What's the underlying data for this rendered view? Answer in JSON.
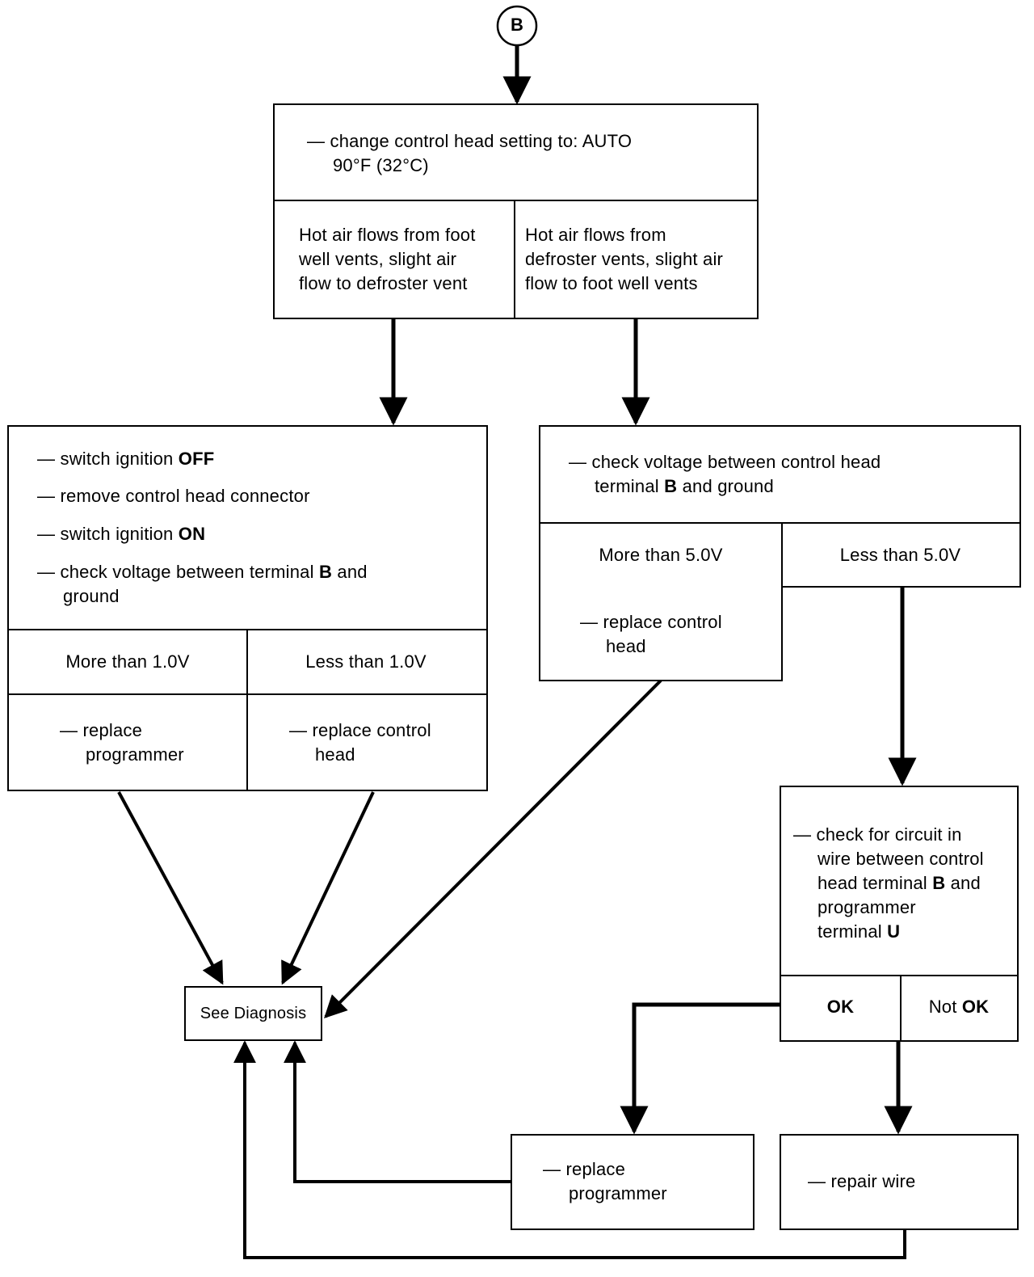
{
  "connector": {
    "label": "B"
  },
  "start": {
    "line1": "— change control head setting to: AUTO",
    "line2": "90°F (32°C)",
    "branch_left": [
      "Hot air flows from foot",
      "well vents, slight air",
      "flow to defroster vent"
    ],
    "branch_right": [
      "Hot air flows from",
      "defroster vents, slight air",
      "flow to foot well vents"
    ]
  },
  "left_check": {
    "s1a": "— switch ignition ",
    "s1b": "OFF",
    "s2": "— remove control head connector",
    "s3a": "— switch ignition ",
    "s3b": "ON",
    "s4a": "— check voltage between terminal ",
    "s4b": "B",
    "s4c": " and",
    "s4d": "ground",
    "more": "More than 1.0V",
    "less": "Less than 1.0V",
    "act_left_1": "— replace",
    "act_left_2": "programmer",
    "act_right_1": "— replace control",
    "act_right_2": "head"
  },
  "right_check": {
    "s1": "— check voltage between control head",
    "s2a": "terminal ",
    "s2b": "B",
    "s2c": " and ground",
    "more": "More than 5.0V",
    "less": "Less than 5.0V",
    "act_1": "— replace control",
    "act_2": "head"
  },
  "circuit_check": {
    "l1": "— check for circuit in",
    "l2": "wire between control",
    "l3a": "head terminal ",
    "l3b": "B",
    "l3c": " and",
    "l4": "programmer",
    "l5a": "terminal ",
    "l5b": "U",
    "ok": "OK",
    "notok_a": "Not ",
    "notok_b": "OK"
  },
  "replace_programmer": {
    "l1": "— replace",
    "l2": "programmer"
  },
  "repair_wire": {
    "l1": "— repair wire"
  },
  "see_diagnosis": {
    "label": "See Diagnosis"
  }
}
